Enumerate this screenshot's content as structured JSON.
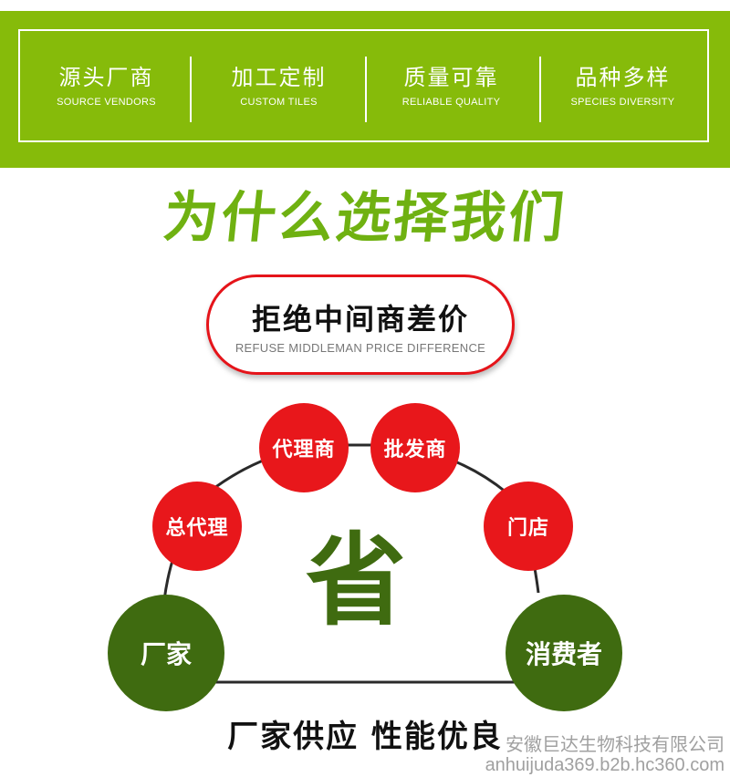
{
  "features": [
    {
      "cn": "源头厂商",
      "en": "SOURCE VENDORS"
    },
    {
      "cn": "加工定制",
      "en": "CUSTOM TILES"
    },
    {
      "cn": "质量可靠",
      "en": "RELIABLE QUALITY"
    },
    {
      "cn": "品种多样",
      "en": "SPECIES DIVERSITY"
    }
  ],
  "headline": "为什么选择我们",
  "pill": {
    "cn": "拒绝中间商差价",
    "en": "REFUSE MIDDLEMAN PRICE DIFFERENCE"
  },
  "diagram": {
    "center": "省",
    "nodes": {
      "manufacturer": "厂家",
      "general_agent": "总代理",
      "agent": "代理商",
      "wholesaler": "批发商",
      "store": "门店",
      "consumer": "消费者"
    }
  },
  "slogan": "厂家供应 性能优良",
  "watermark": {
    "line1": "安徽巨达生物科技有限公司",
    "line2": "anhuijuda369.b2b.hc360.com"
  },
  "colors": {
    "banner_green": "#86bb0a",
    "headline_green": "#6fb111",
    "red": "#e8171b",
    "dark_green": "#3f6b10"
  }
}
